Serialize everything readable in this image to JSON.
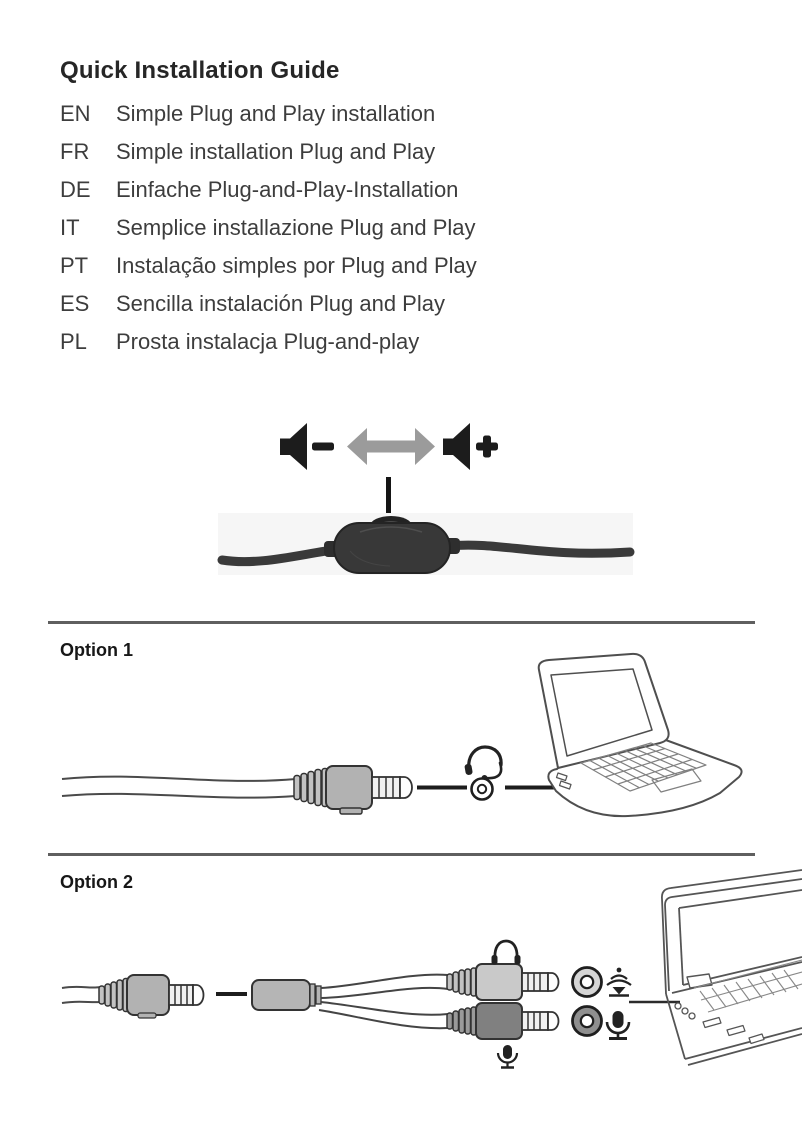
{
  "header": {
    "title": "Quick Installation Guide"
  },
  "languages": [
    {
      "code": "EN",
      "text": "Simple Plug and Play installation"
    },
    {
      "code": "FR",
      "text": "Simple installation Plug and Play"
    },
    {
      "code": "DE",
      "text": "Einfache Plug-and-Play-Installation"
    },
    {
      "code": "IT",
      "text": "Semplice installazione Plug and Play"
    },
    {
      "code": "PT",
      "text": "Instalação simples por Plug and Play"
    },
    {
      "code": "ES",
      "text": "Sencilla instalación Plug and Play"
    },
    {
      "code": "PL",
      "text": "Prosta instalacja Plug-and-play"
    }
  ],
  "volume_illustration": {
    "decrease_symbol": "−",
    "increase_symbol": "+",
    "icons": [
      "speaker-minus-icon",
      "left-right-arrow-icon",
      "speaker-plus-icon",
      "inline-volume-wheel-photo"
    ],
    "icon_color": "#1c1c1c",
    "arrow_color": "#9b9b9b"
  },
  "sections": [
    {
      "label": "Option 1",
      "icons": [
        "audio-jack-plug-icon",
        "headset-icon",
        "audio-port-icon",
        "laptop-icon"
      ]
    },
    {
      "label": "Option 2",
      "icons": [
        "audio-jack-plug-icon",
        "splitter-socket-icon",
        "headphones-icon",
        "microphone-icon",
        "line-out-port-icon",
        "mic-port-icon",
        "laptop-side-icon"
      ]
    }
  ],
  "colors": {
    "background": "#ffffff",
    "title_text": "#262626",
    "body_text": "#3d3d3d",
    "divider": "#5f5f5f",
    "jack_body_gray": "#b2b2b2",
    "jack_body_light": "#c9c9c9",
    "jack_body_dark": "#808080",
    "port_ring_light": "#d6d6d6",
    "port_ring_dark": "#8f8f8f",
    "photo_background": "#f6f6f6",
    "cable_dark": "#3a3a3a"
  }
}
